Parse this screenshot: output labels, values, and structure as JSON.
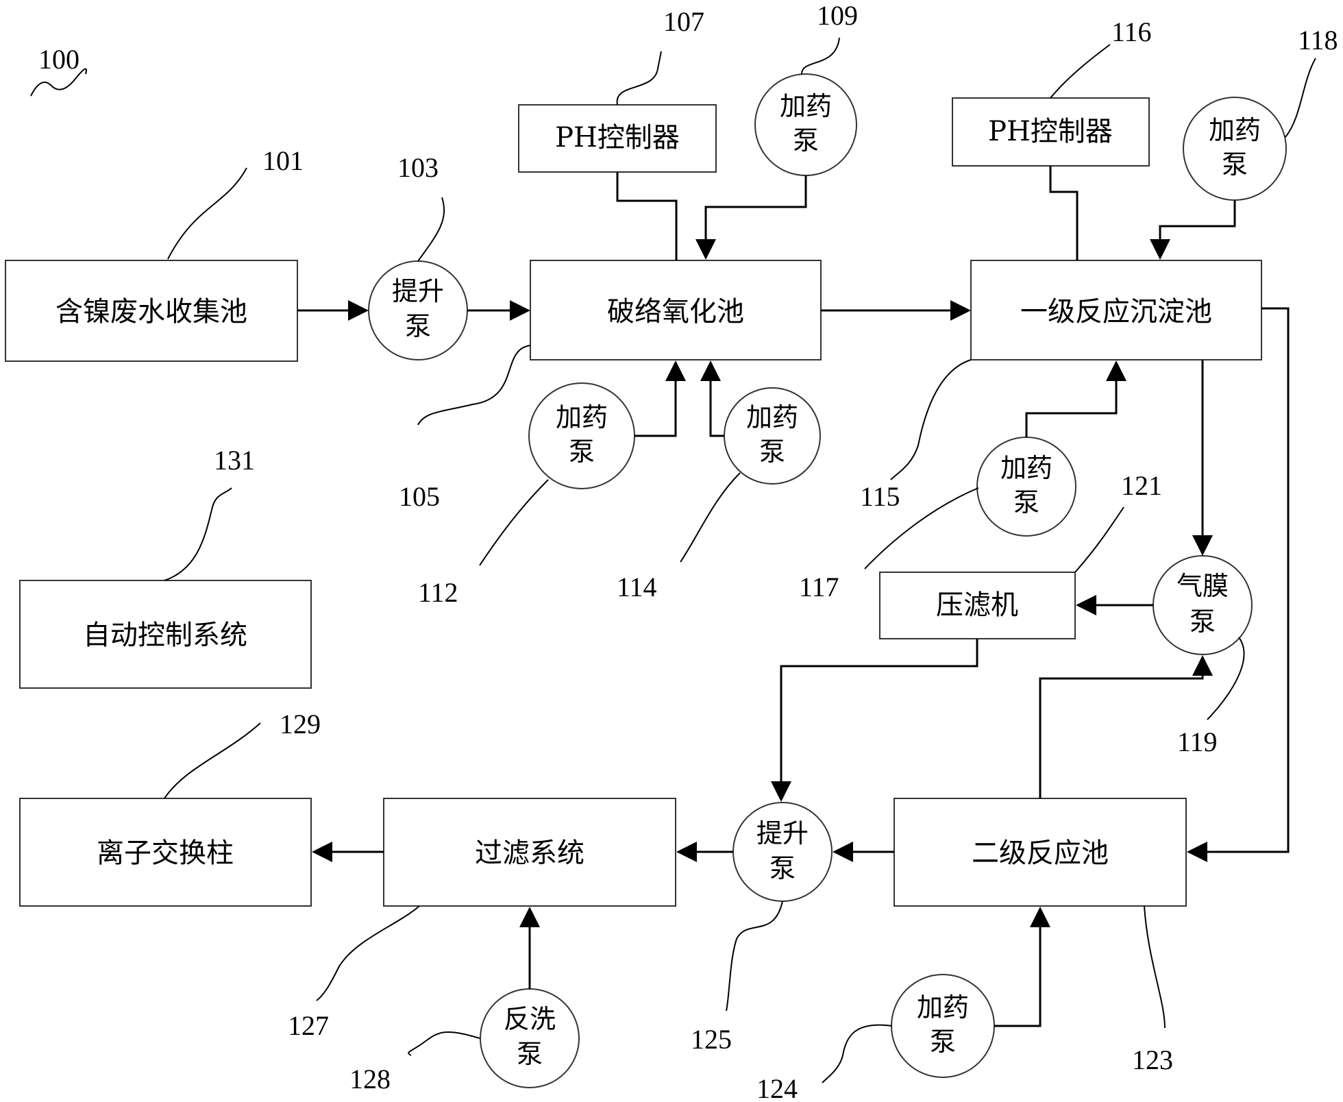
{
  "diagram": {
    "system_ref": "100",
    "boxes": {
      "collect": {
        "ref": "101",
        "label": "含镍废水收集池"
      },
      "oxid": {
        "ref": "105",
        "label": "破络氧化池"
      },
      "ph1": {
        "ref": "107",
        "label": "PH控制器"
      },
      "sed1": {
        "ref": "115",
        "label": "一级反应沉淀池"
      },
      "ph2": {
        "ref": "116",
        "label": "PH控制器"
      },
      "press": {
        "ref": "121",
        "label": "压滤机"
      },
      "react2": {
        "ref": "123",
        "label": "二级反应池"
      },
      "filter": {
        "ref": "127",
        "label": "过滤系统"
      },
      "ion": {
        "ref": "129",
        "label": "离子交换柱"
      },
      "auto": {
        "ref": "131",
        "label": "自动控制系统"
      }
    },
    "pumps": {
      "lift1": {
        "ref": "103",
        "line1": "提升",
        "line2": "泵"
      },
      "dose109": {
        "ref": "109",
        "line1": "加药",
        "line2": "泵"
      },
      "dose112": {
        "ref": "112",
        "line1": "加药",
        "line2": "泵"
      },
      "dose114": {
        "ref": "114",
        "line1": "加药",
        "line2": "泵"
      },
      "dose117": {
        "ref": "117",
        "line1": "加药",
        "line2": "泵"
      },
      "dose118": {
        "ref": "118",
        "line1": "加药",
        "line2": "泵"
      },
      "air119": {
        "ref": "119",
        "line1": "气膜",
        "line2": "泵"
      },
      "dose124": {
        "ref": "124",
        "line1": "加药",
        "line2": "泵"
      },
      "lift125": {
        "ref": "125",
        "line1": "提升",
        "line2": "泵"
      },
      "back128": {
        "ref": "128",
        "line1": "反洗",
        "line2": "泵"
      }
    }
  }
}
